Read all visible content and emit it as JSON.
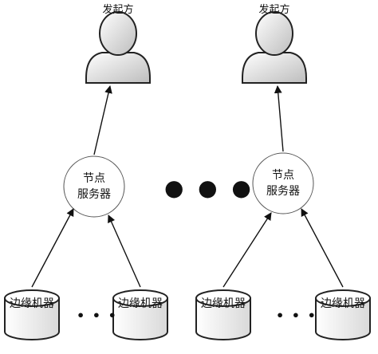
{
  "diagram": {
    "initiator_label": "发起方",
    "node_label_line1": "节点",
    "node_label_line2": "服务器",
    "edge_label": "边缘机器",
    "ellipsis": "● ● ●",
    "small_ellipsis": "• • •"
  }
}
